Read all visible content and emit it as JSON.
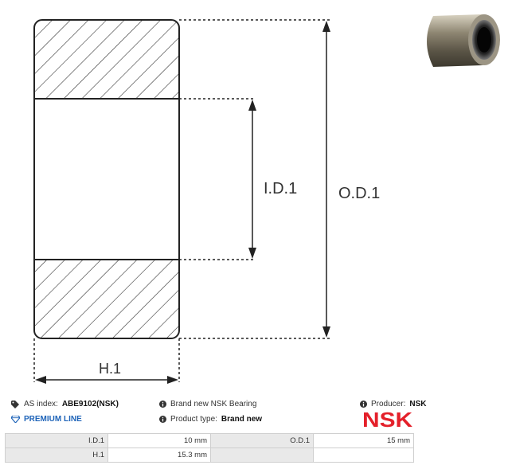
{
  "drawing": {
    "label_id": "I.D.1",
    "label_od": "O.D.1",
    "label_h": "H.1"
  },
  "info": {
    "as_index_label": "AS index:",
    "as_index_value": "ABE9102(NSK)",
    "premium_line": "PREMIUM LINE",
    "brand_new": "Brand new NSK Bearing",
    "product_type_label": "Product type:",
    "product_type_value": "Brand new",
    "producer_label": "Producer:",
    "producer_value": "NSK",
    "brand_logo": "NSK"
  },
  "specs": [
    {
      "label": "I.D.1",
      "value": "10 mm",
      "label2": "O.D.1",
      "value2": "15 mm"
    },
    {
      "label": "H.1",
      "value": "15.3 mm",
      "label2": "",
      "value2": ""
    }
  ],
  "colors": {
    "brand_red": "#e4202a",
    "premium_blue": "#1d63b8"
  }
}
